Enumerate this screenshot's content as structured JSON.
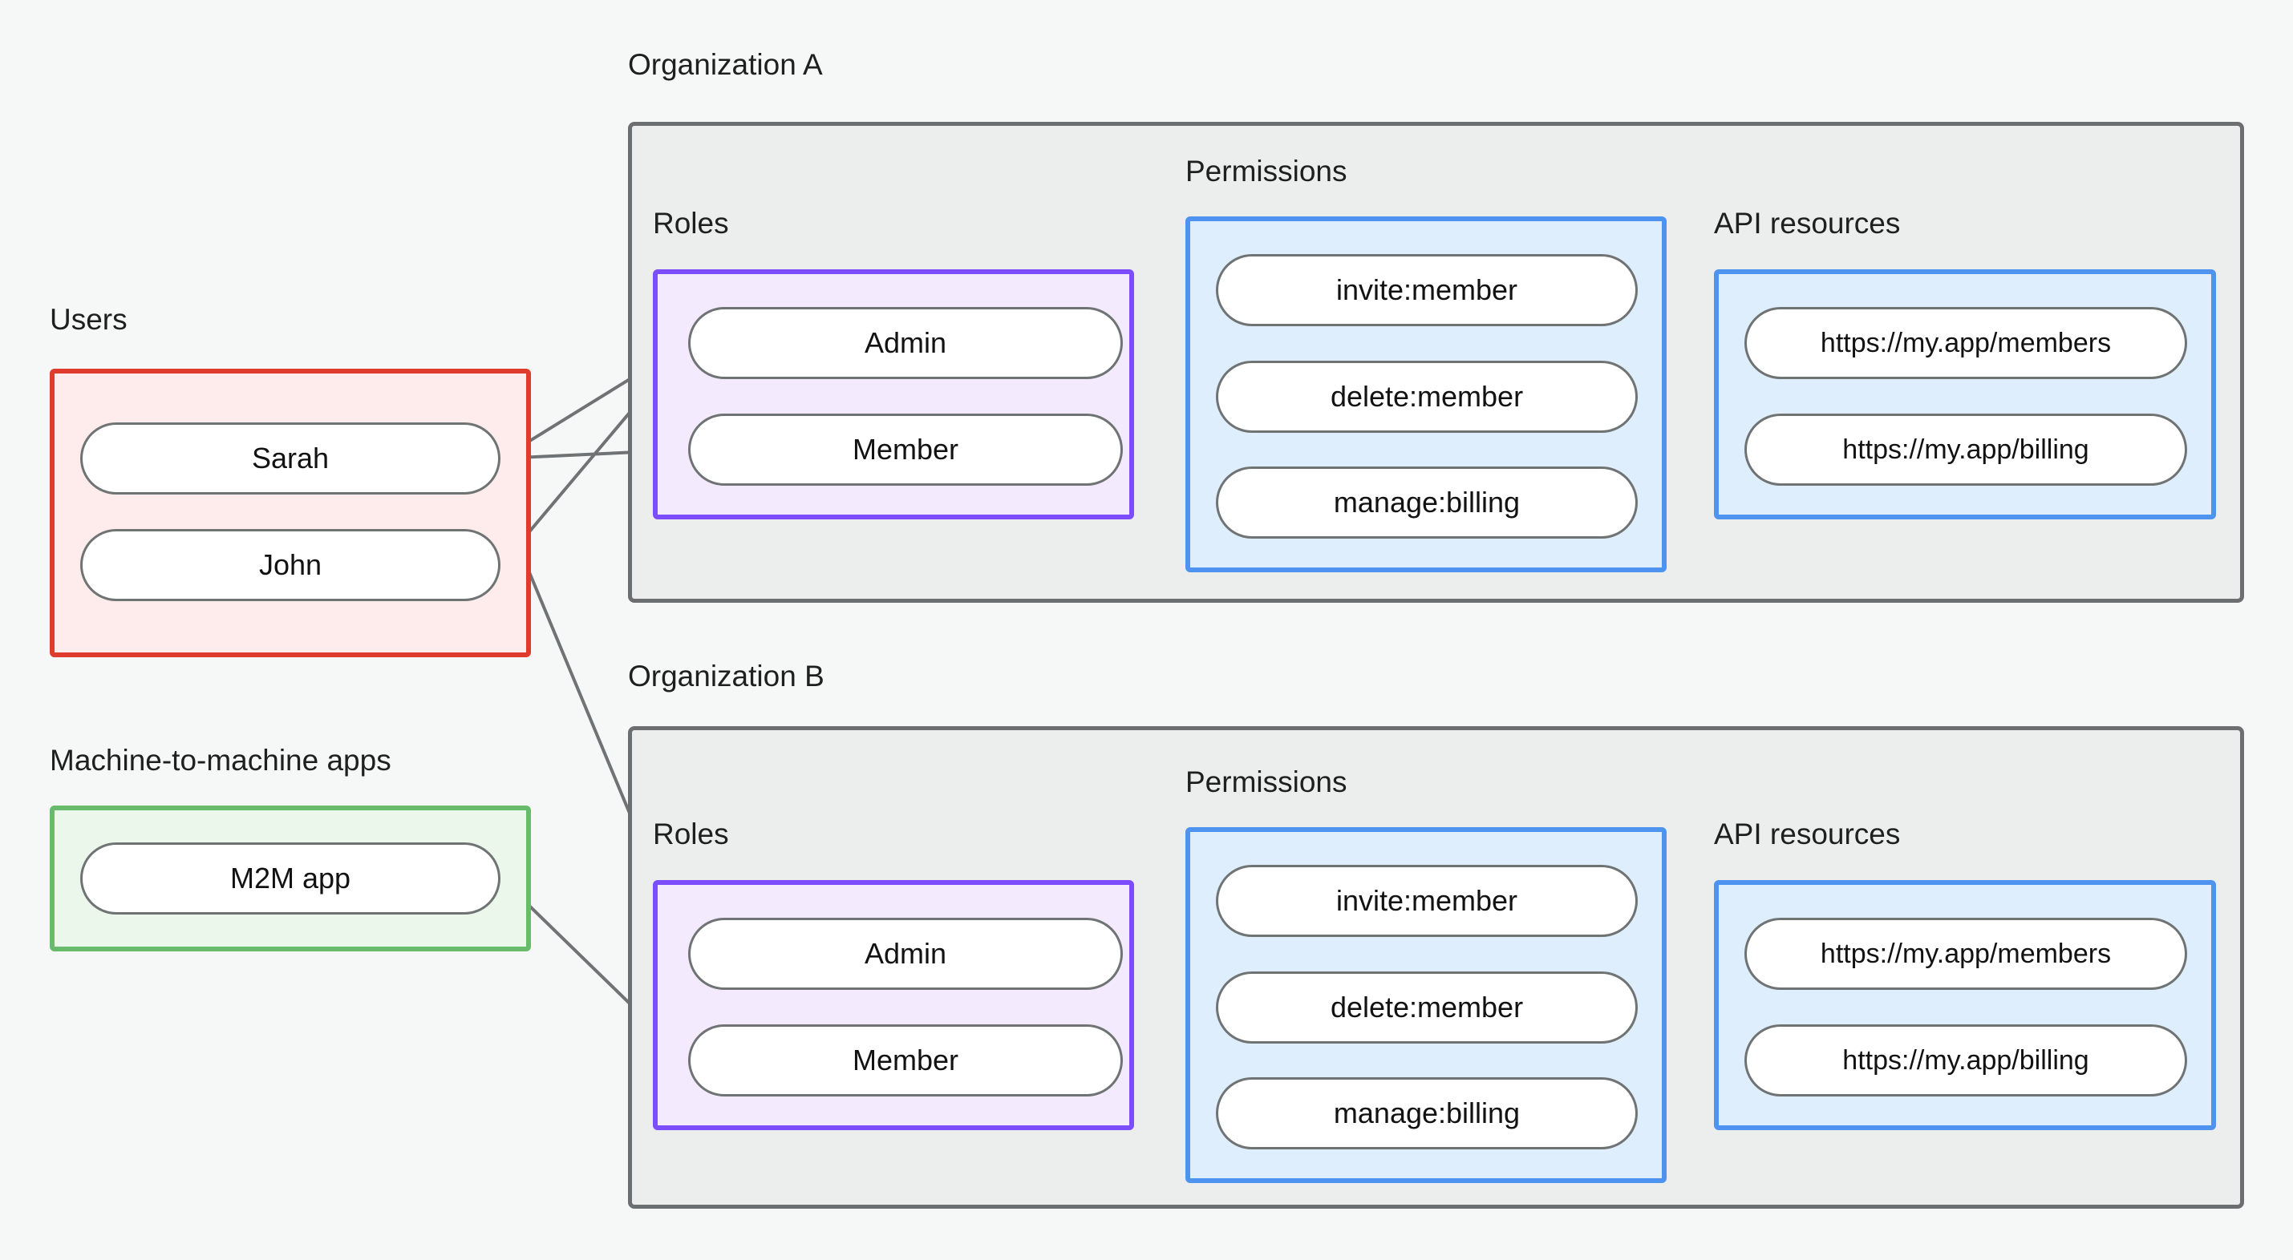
{
  "diagram": {
    "title_visible": false,
    "background_color": "#f6f8f8",
    "groups": {
      "users": {
        "label": "Users",
        "border_color": "#e03b2f",
        "fill_color": "#fdeceb",
        "nodes": [
          {
            "label": "Sarah"
          },
          {
            "label": "John"
          }
        ]
      },
      "m2m": {
        "label": "Machine-to-machine apps",
        "border_color": "#67bb6a",
        "fill_color": "#ecf7ec",
        "nodes": [
          {
            "label": "M2M app"
          }
        ]
      },
      "org_a": {
        "label": "Organization A",
        "border_color": "#6b6f6f",
        "fill_color": "#eceeed",
        "roles": {
          "label": "Roles",
          "border_color": "#7c4dff",
          "fill_color": "#f3ebfd",
          "nodes": [
            {
              "label": "Admin"
            },
            {
              "label": "Member"
            }
          ]
        },
        "permissions": {
          "label": "Permissions",
          "border_color": "#4e93f0",
          "fill_color": "#dfeefc",
          "nodes": [
            {
              "label": "invite:member"
            },
            {
              "label": "delete:member"
            },
            {
              "label": "manage:billing"
            }
          ]
        },
        "api_resources": {
          "label": "API resources",
          "border_color": "#4e93f0",
          "fill_color": "#dfeefc",
          "nodes": [
            {
              "label": "https://my.app/members"
            },
            {
              "label": "https://my.app/billing"
            }
          ]
        }
      },
      "org_b": {
        "label": "Organization B",
        "border_color": "#6b6f6f",
        "fill_color": "#eceeed",
        "roles": {
          "label": "Roles",
          "border_color": "#7c4dff",
          "fill_color": "#f3ebfd",
          "nodes": [
            {
              "label": "Admin"
            },
            {
              "label": "Member"
            }
          ]
        },
        "permissions": {
          "label": "Permissions",
          "border_color": "#4e93f0",
          "fill_color": "#dfeefc",
          "nodes": [
            {
              "label": "invite:member"
            },
            {
              "label": "delete:member"
            },
            {
              "label": "manage:billing"
            }
          ]
        },
        "api_resources": {
          "label": "API resources",
          "border_color": "#4e93f0",
          "fill_color": "#dfeefc",
          "nodes": [
            {
              "label": "https://my.app/members"
            },
            {
              "label": "https://my.app/billing"
            }
          ]
        }
      }
    },
    "edges": [
      {
        "from": "Sarah",
        "to": "Organization A / Admin"
      },
      {
        "from": "Sarah",
        "to": "Organization A / Member"
      },
      {
        "from": "John",
        "to": "Organization A / Admin"
      },
      {
        "from": "John",
        "to": "Organization B / Admin"
      },
      {
        "from": "M2M app",
        "to": "Organization B / Member"
      },
      {
        "from": "Organization A / Admin",
        "to": "Organization A / invite:member"
      },
      {
        "from": "Organization A / Admin",
        "to": "Organization A / delete:member"
      },
      {
        "from": "Organization A / Member",
        "to": "Organization A / manage:billing"
      },
      {
        "from": "Organization A / invite:member",
        "to": "Organization A / https://my.app/members"
      },
      {
        "from": "Organization A / delete:member",
        "to": "Organization A / https://my.app/members"
      },
      {
        "from": "Organization A / manage:billing",
        "to": "Organization A / https://my.app/billing"
      },
      {
        "from": "Organization B / Admin",
        "to": "Organization B / invite:member"
      },
      {
        "from": "Organization B / Admin",
        "to": "Organization B / delete:member"
      },
      {
        "from": "Organization B / Member",
        "to": "Organization B / manage:billing"
      },
      {
        "from": "Organization B / invite:member",
        "to": "Organization B / https://my.app/members"
      },
      {
        "from": "Organization B / delete:member",
        "to": "Organization B / https://my.app/members"
      },
      {
        "from": "Organization B / manage:billing",
        "to": "Organization B / https://my.app/billing"
      }
    ],
    "edge_style": {
      "line_color": "#6f7373",
      "endpoint_dot_color": "#6f7373",
      "line_width": 4
    }
  }
}
